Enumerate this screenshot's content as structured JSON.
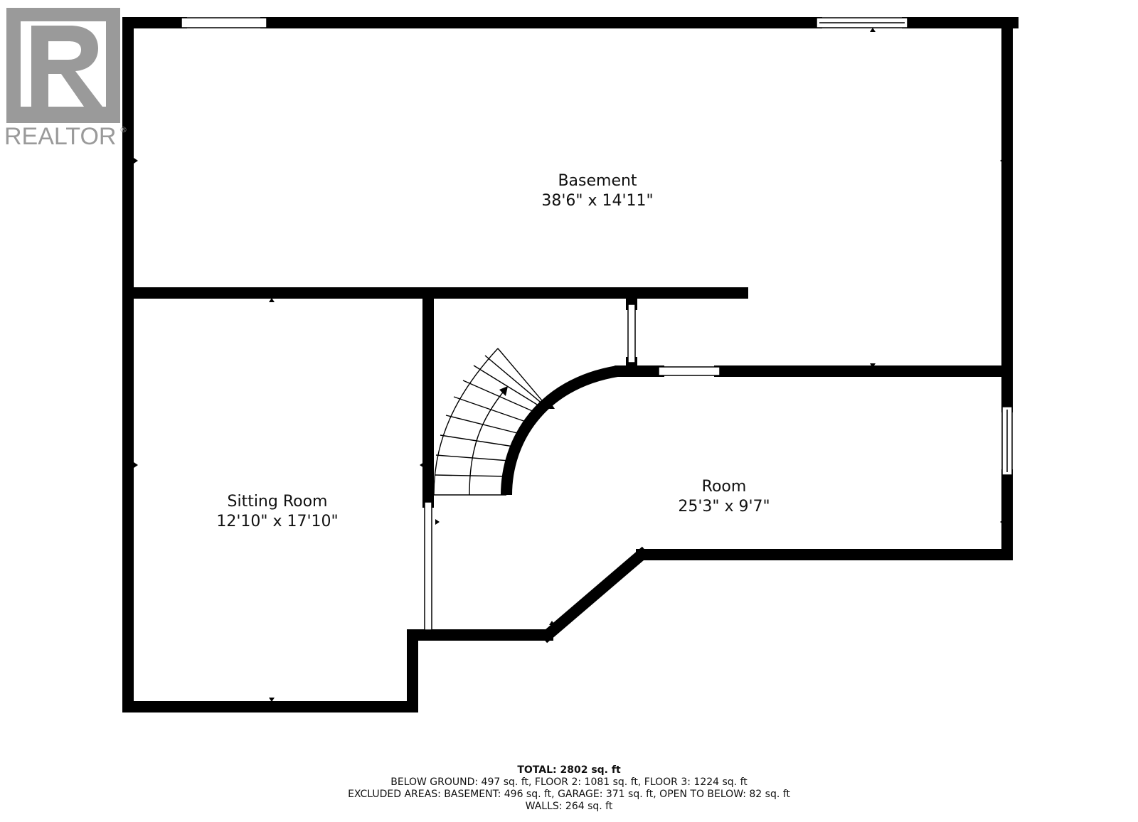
{
  "logo": {
    "wordmark": "REALTOR",
    "registered_mark": "®",
    "color": "#9a9a9a"
  },
  "colors": {
    "wall": "#000000",
    "background": "#ffffff",
    "text": "#111111"
  },
  "rooms": {
    "basement": {
      "name": "Basement",
      "dimensions": "38'6\" x 14'11\""
    },
    "sitting_room": {
      "name": "Sitting Room",
      "dimensions": "12'10\" x 17'10\""
    },
    "room": {
      "name": "Room",
      "dimensions": "25'3\" x 9'7\""
    }
  },
  "summary": {
    "total": "TOTAL: 2802 sq. ft",
    "line1": "BELOW GROUND: 497 sq. ft, FLOOR 2: 1081 sq. ft, FLOOR 3: 1224 sq. ft",
    "line2": "EXCLUDED AREAS: BASEMENT: 496 sq. ft, GARAGE: 371 sq. ft, OPEN TO BELOW: 82 sq. ft",
    "line3": "WALLS: 264 sq. ft"
  }
}
